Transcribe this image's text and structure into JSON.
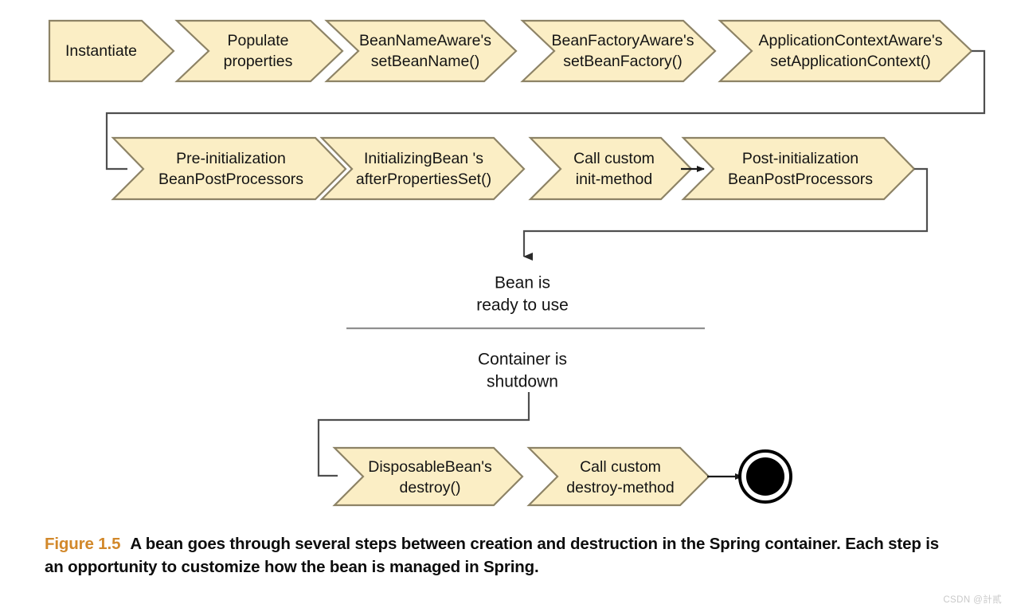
{
  "figure": {
    "number": "Figure 1.5",
    "caption_line1": "A bean goes through several steps between creation and destruction in the Spring",
    "caption_line2": "container. Each step is an opportunity to customize how the bean is managed in Spring.",
    "number_color": "#d2882a",
    "caption_color": "#0d0d0d"
  },
  "watermark": {
    "text": "CSDN @計貳"
  },
  "style": {
    "chevron_fill": "#fbeec5",
    "chevron_stroke": "#8d8366",
    "connector_stroke": "#4f4f4f",
    "divider_stroke": "#8f8f8f",
    "text_color": "#141414",
    "final_state_fill": "#000000",
    "background": "#ffffff"
  },
  "chart_data": {
    "type": "diagram",
    "title": "Spring bean lifecycle",
    "rows": [
      {
        "name": "initialization-row-1",
        "steps": [
          {
            "id": "instantiate",
            "lines": [
              "Instantiate"
            ]
          },
          {
            "id": "populate-properties",
            "lines": [
              "Populate",
              "properties"
            ]
          },
          {
            "id": "bean-name-aware",
            "lines": [
              "BeanNameAware's",
              "setBeanName()"
            ]
          },
          {
            "id": "bean-factory-aware",
            "lines": [
              "BeanFactoryAware's",
              "setBeanFactory()"
            ]
          },
          {
            "id": "application-context-aware",
            "lines": [
              "ApplicationContextAware's",
              "setApplicationContext()"
            ]
          }
        ]
      },
      {
        "name": "initialization-row-2",
        "steps": [
          {
            "id": "pre-init-bpp",
            "lines": [
              "Pre-initialization",
              "BeanPostProcessors"
            ]
          },
          {
            "id": "initializing-bean",
            "lines": [
              "InitializingBean  's",
              "afterPropertiesSet()"
            ]
          },
          {
            "id": "call-custom-init",
            "lines": [
              "Call custom",
              "init-method"
            ]
          },
          {
            "id": "post-init-bpp",
            "lines": [
              "Post-initialization",
              "BeanPostProcessors"
            ]
          }
        ]
      },
      {
        "name": "destruction-row",
        "steps": [
          {
            "id": "disposable-bean",
            "lines": [
              "DisposableBean's",
              "destroy()"
            ]
          },
          {
            "id": "call-custom-destroy",
            "lines": [
              "Call custom",
              "destroy-method"
            ]
          }
        ]
      }
    ],
    "states": [
      {
        "id": "bean-ready",
        "lines": [
          "Bean is",
          "ready to use"
        ]
      },
      {
        "id": "container-shutdown",
        "lines": [
          "Container is",
          "shutdown"
        ]
      }
    ],
    "final_state": {
      "id": "final-state",
      "shape": "filled-circle-in-ring"
    }
  },
  "steps": {
    "instantiate": {
      "l1": "Instantiate"
    },
    "populate": {
      "l1": "Populate",
      "l2": "properties"
    },
    "beanname": {
      "l1": "BeanNameAware's",
      "l2": "setBeanName()"
    },
    "beanfactory": {
      "l1": "BeanFactoryAware's",
      "l2": "setBeanFactory()"
    },
    "appcontext": {
      "l1": "ApplicationContextAware's",
      "l2": "setApplicationContext()"
    },
    "preinit": {
      "l1": "Pre-initialization",
      "l2": "BeanPostProcessors"
    },
    "initializingbean": {
      "l1": "InitializingBean  's",
      "l2": "afterPropertiesSet()"
    },
    "callinit": {
      "l1": "Call custom",
      "l2": "init-method"
    },
    "postinit": {
      "l1": "Post-initialization",
      "l2": "BeanPostProcessors"
    },
    "disposable": {
      "l1": "DisposableBean's",
      "l2": "destroy()"
    },
    "calldestroy": {
      "l1": "Call custom",
      "l2": "destroy-method"
    }
  },
  "states": {
    "ready": {
      "l1": "Bean is",
      "l2": "ready to use"
    },
    "shutdown": {
      "l1": "Container is",
      "l2": "shutdown"
    }
  }
}
